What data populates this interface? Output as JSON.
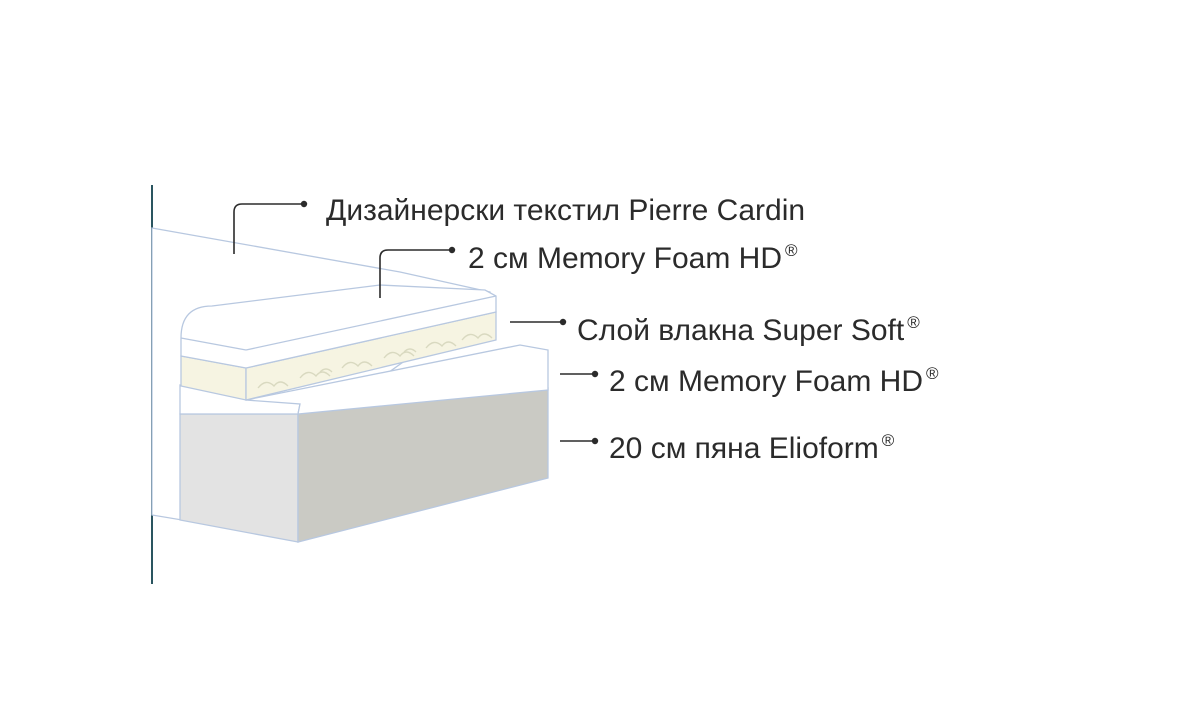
{
  "layers": [
    {
      "text": "Дизайнерски текстил Pierre Cardin",
      "mark": ""
    },
    {
      "text": "2 см Memory Foam HD",
      "mark": "®"
    },
    {
      "text": "Слой влакна Super Soft",
      "mark": "®"
    },
    {
      "text": "2 см Memory Foam HD",
      "mark": "®"
    },
    {
      "text": "20 см пяна Elioform",
      "mark": "®"
    }
  ],
  "colors": {
    "outline": "#b8c8e0",
    "frame_line": "#2a5560",
    "base_side": "#e3e3e3",
    "base_front": "#cacac4",
    "fiber_fill": "#f6f4e2",
    "fiber_swirl": "#d9d9c0",
    "leader": "#2b2b2b"
  }
}
